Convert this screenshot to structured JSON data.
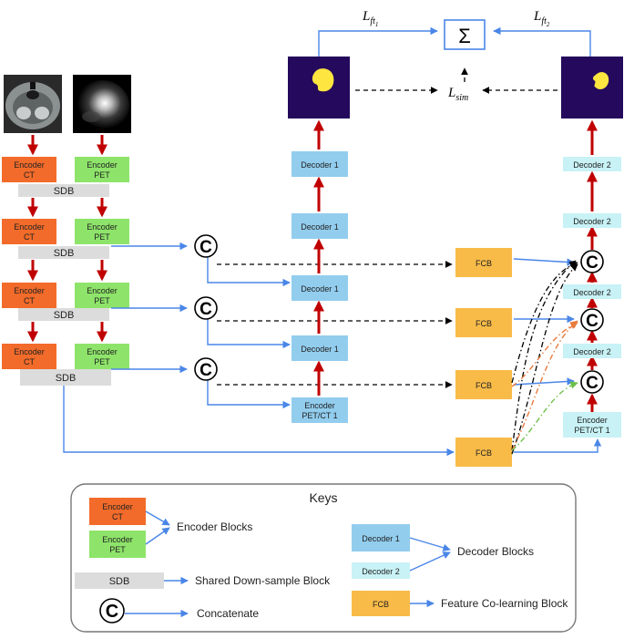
{
  "blocks": {
    "encoder_ct": [
      "Encoder",
      "CT"
    ],
    "encoder_pet": [
      "Encoder",
      "PET"
    ],
    "sdb": "SDB",
    "decoder1": "Decoder 1",
    "decoder2": "Decoder 2",
    "encoder_petct": [
      "Encoder",
      "PET/CT 1"
    ],
    "fcb": "FCB",
    "concat_symbol": "C",
    "sum_symbol": "Σ"
  },
  "losses": {
    "l_ft1": {
      "base": "L",
      "sub": "ft",
      "subsub": "1"
    },
    "l_ft2": {
      "base": "L",
      "sub": "ft",
      "subsub": "2"
    },
    "l_sim": {
      "base": "L",
      "sub": "sim"
    }
  },
  "keys": {
    "title": "Keys",
    "encoder_ct": [
      "Encoder",
      "CT"
    ],
    "encoder_pet": [
      "Encoder",
      "PET"
    ],
    "encoder_label": "Encoder Blocks",
    "sdb": "SDB",
    "sdb_label": "Shared Down-sample Block",
    "concat_symbol": "C",
    "concat_label": "Concatenate",
    "decoder1": "Decoder 1",
    "decoder2": "Decoder 2",
    "decoder_label": "Decoder Blocks",
    "fcb": "FCB",
    "fcb_label": "Feature Co-learning Block"
  },
  "colors": {
    "encoder_ct": "#f26b2a",
    "encoder_pet": "#8ee46a",
    "sdb": "#dcdcdc",
    "decoder1": "#92cdee",
    "decoder2": "#c8f2f6",
    "fcb": "#f8bb48",
    "red_arrow": "#c00000",
    "blue_arrow": "#4a86e8",
    "dark_purple": "#24095c",
    "mask_yellow": "#ffe540",
    "orange_dash": "#e87b3f",
    "green_dash": "#6cc04a"
  }
}
